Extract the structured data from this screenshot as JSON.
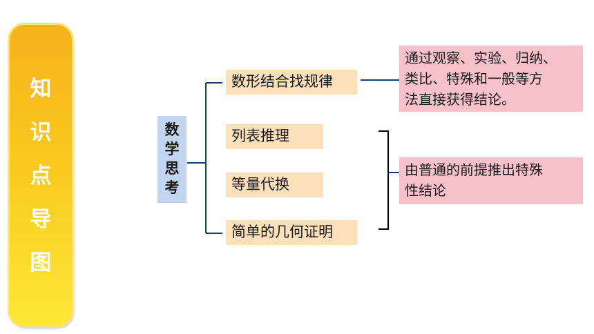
{
  "side_panel": {
    "title_chars": [
      "知",
      "识",
      "点",
      "导",
      "图"
    ]
  },
  "root": {
    "chars": [
      "数",
      "学",
      "思",
      "考"
    ]
  },
  "branches": [
    {
      "label": "数形结合找规律"
    },
    {
      "label": "列表推理"
    },
    {
      "label": "等量代换"
    },
    {
      "label": "简单的几何证明"
    }
  ],
  "notes": [
    {
      "text": "通过观察、实验、归纳、\n类比、特殊和一般等方\n法直接获得结论。"
    },
    {
      "text": "由普通的前提推出特殊\n性结论"
    }
  ],
  "colors": {
    "panel_gold": "#f6b21a",
    "root_fill": "#c3d5ee",
    "branch_fill": "#fce0bb",
    "note_fill": "#f7c1c9",
    "connector": "#1b3a66"
  }
}
